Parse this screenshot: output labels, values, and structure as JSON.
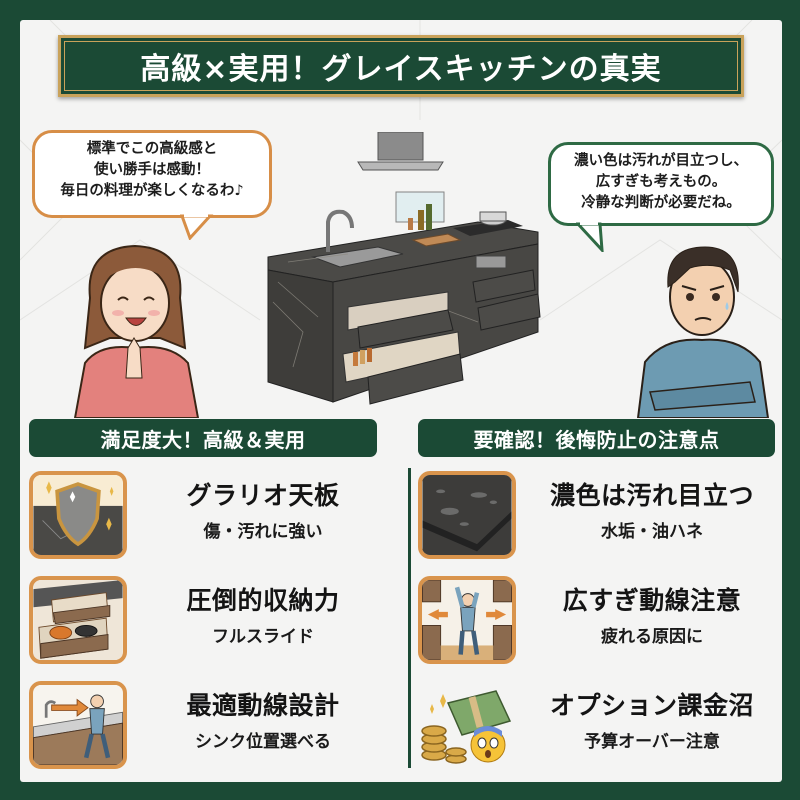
{
  "colors": {
    "frame_green": "#1b4a35",
    "gold": "#c9a25a",
    "orange_accent": "#d9944c",
    "bubble_left_border": "#d78e47",
    "bubble_right_border": "#2e6a44",
    "background": "#f4f4f3"
  },
  "title": "高級×実用！グレイスキッチンの真実",
  "bubbles": {
    "left": {
      "speaker": "woman",
      "lines": [
        "標準でこの高級感と",
        "使い勝手は感動！",
        "毎日の料理が楽しくなるわ♪"
      ]
    },
    "right": {
      "speaker": "man",
      "lines": [
        "濃い色は汚れが目立つし、",
        "広すぎも考えもの。",
        "冷静な判断が必要だね。"
      ]
    }
  },
  "illustrations": {
    "center": "dark-marble-kitchen-island-with-open-drawers",
    "left_character": "smiling-woman-pink-sweater-hands-clasped",
    "right_character": "worried-man-blue-sweater-arms-crossed"
  },
  "sections": {
    "pros": {
      "header": "満足度大！高級＆実用",
      "items": [
        {
          "icon": "shield-countertop-icon",
          "title": "グラリオ天板",
          "subtitle": "傷・汚れに強い"
        },
        {
          "icon": "drawer-storage-icon",
          "title": "圧倒的収納力",
          "subtitle": "フルスライド"
        },
        {
          "icon": "walking-kitchen-icon",
          "title": "最適動線設計",
          "subtitle": "シンク位置選べる"
        }
      ]
    },
    "cons": {
      "header": "要確認！後悔防止の注意点",
      "items": [
        {
          "icon": "water-spots-countertop-icon",
          "title": "濃色は汚れ目立つ",
          "subtitle": "水垢・油ハネ"
        },
        {
          "icon": "stretching-man-wide-kitchen-icon",
          "title": "広すぎ動線注意",
          "subtitle": "疲れる原因に"
        },
        {
          "icon": "money-shock-icon",
          "title": "オプション課金沼",
          "subtitle": "予算オーバー注意"
        }
      ]
    }
  }
}
